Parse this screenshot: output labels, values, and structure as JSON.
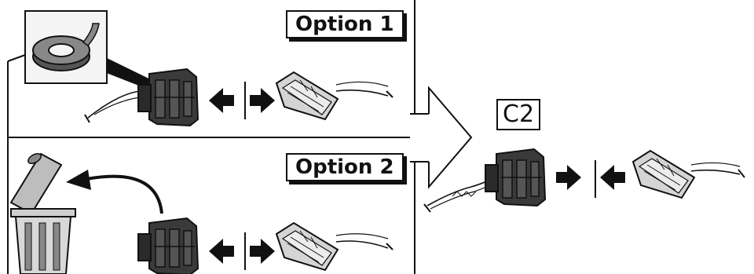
{
  "option_1": {
    "label": "Option 1"
  },
  "option_2": {
    "label": "Option 2"
  },
  "connector": {
    "label": "C2"
  },
  "icons": [
    "tape-roll-icon",
    "trash-can-icon",
    "connector-icon",
    "arrow-icon"
  ],
  "colors": {
    "ink": "#111111",
    "connector_dark": "#3a3a3a",
    "connector_light": "#d4d4d4",
    "background": "#ffffff"
  }
}
